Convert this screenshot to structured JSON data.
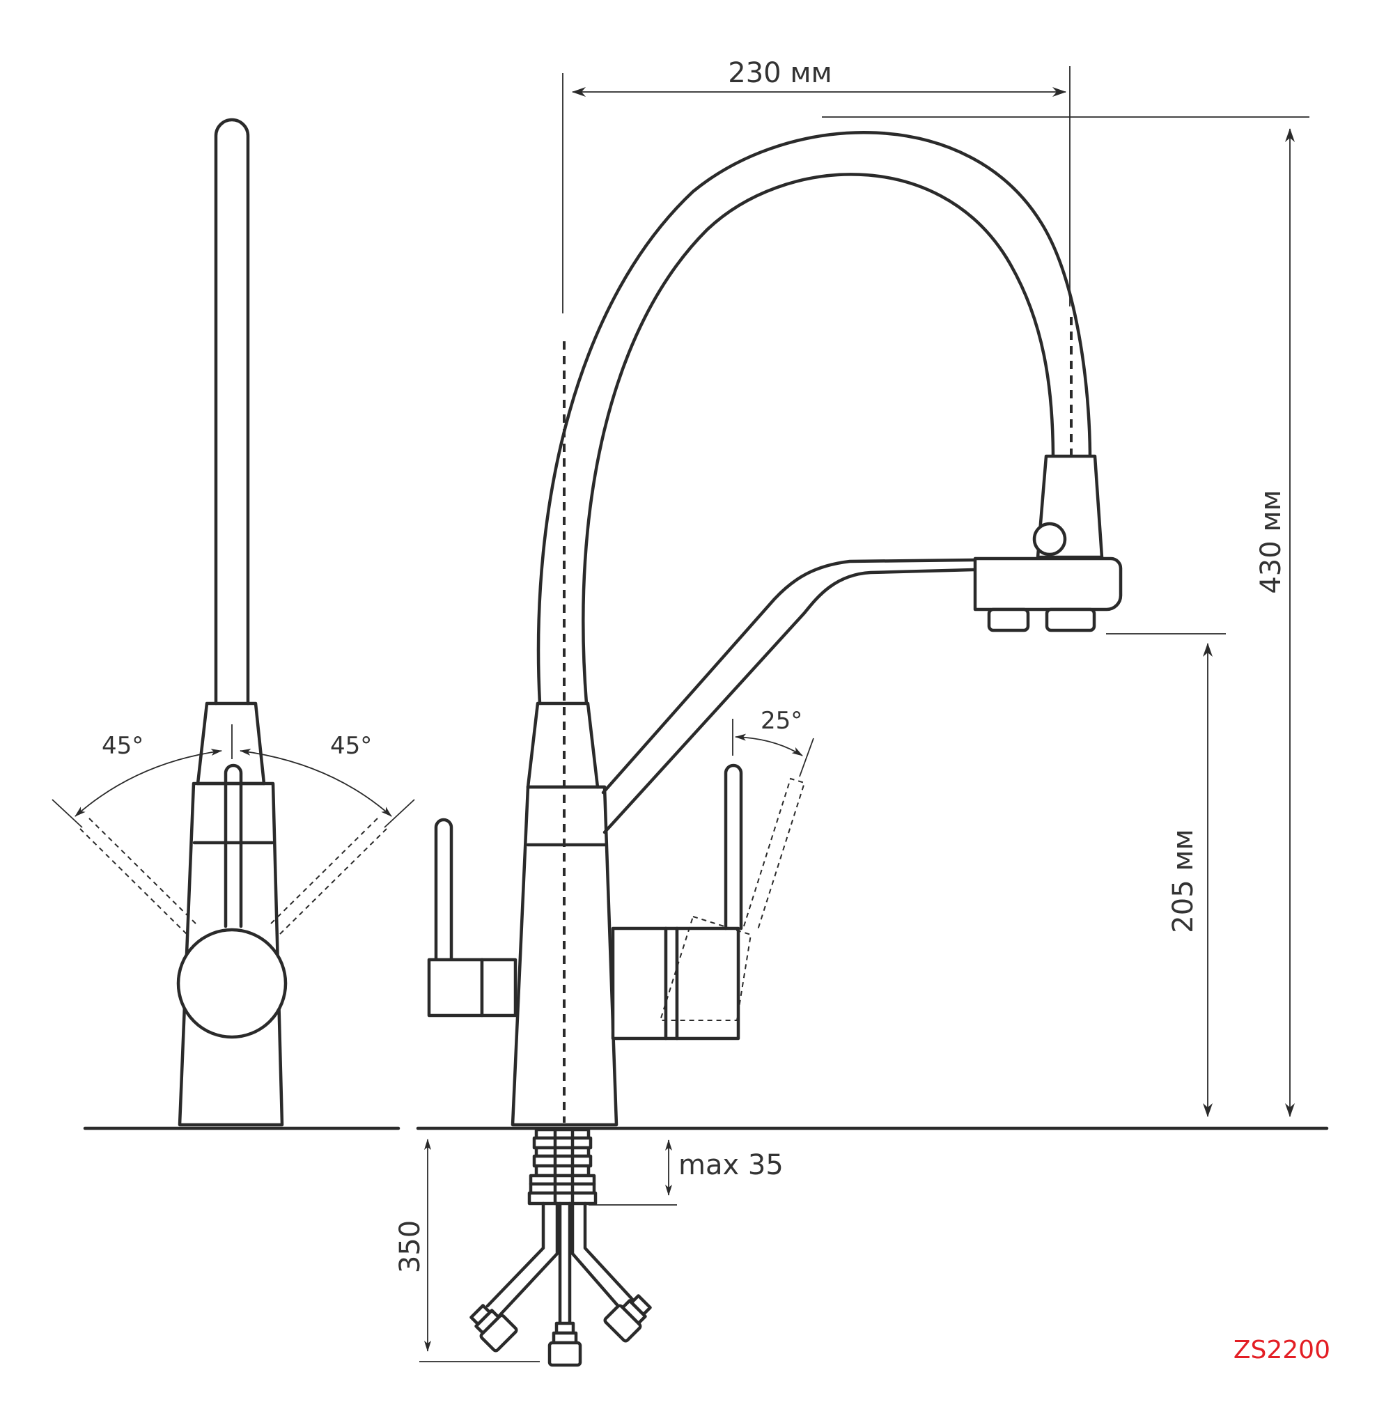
{
  "dimensions": {
    "width_label": "230 мм",
    "height_label": "430 мм",
    "spout_height_label": "205 мм",
    "mount_max_label": "max 35",
    "hose_length_label": "350"
  },
  "angles": {
    "left_swivel_label": "45°",
    "right_swivel_label": "45°",
    "lever_tilt_label": "25°"
  },
  "model_code": "ZS2200",
  "colors": {
    "line": "#2a2a2a",
    "model_code": "#e31e24"
  }
}
